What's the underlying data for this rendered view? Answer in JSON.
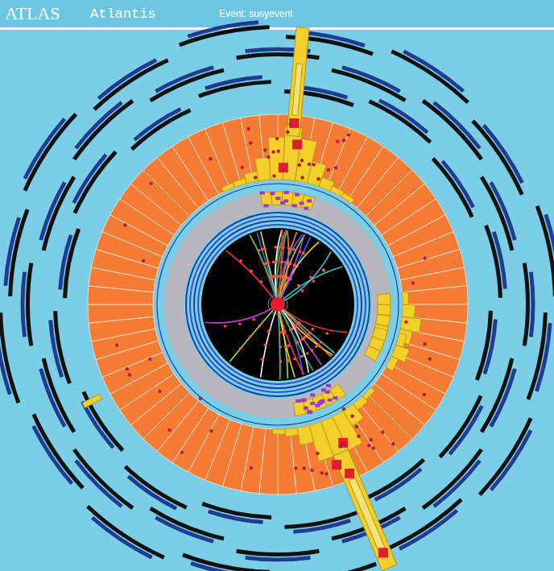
{
  "diagram": {
    "labels": [
      "ATLAS",
      "Atlantis",
      "Event: susyevent"
    ]
  }
}
